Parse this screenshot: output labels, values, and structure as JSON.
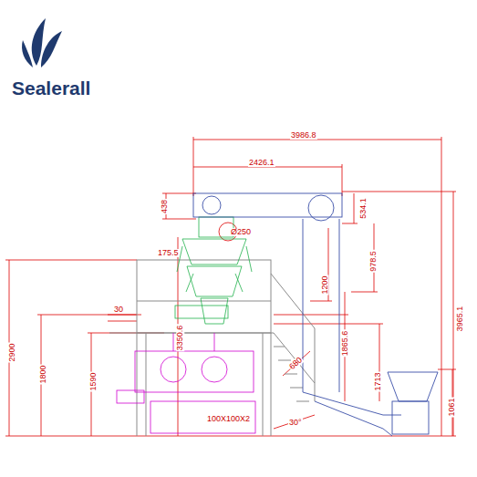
{
  "diagram": {
    "labels": [
      "Sealerall",
      "3986.8",
      "2426.1",
      "438",
      "534.1",
      "Ø250",
      "175.5",
      "978.5",
      "1200",
      "30",
      "3350.6",
      "3965.1",
      "2900",
      "1800",
      "1590",
      "1865.6",
      "680",
      "1713",
      "1061",
      "100X100X2",
      "30°"
    ]
  }
}
